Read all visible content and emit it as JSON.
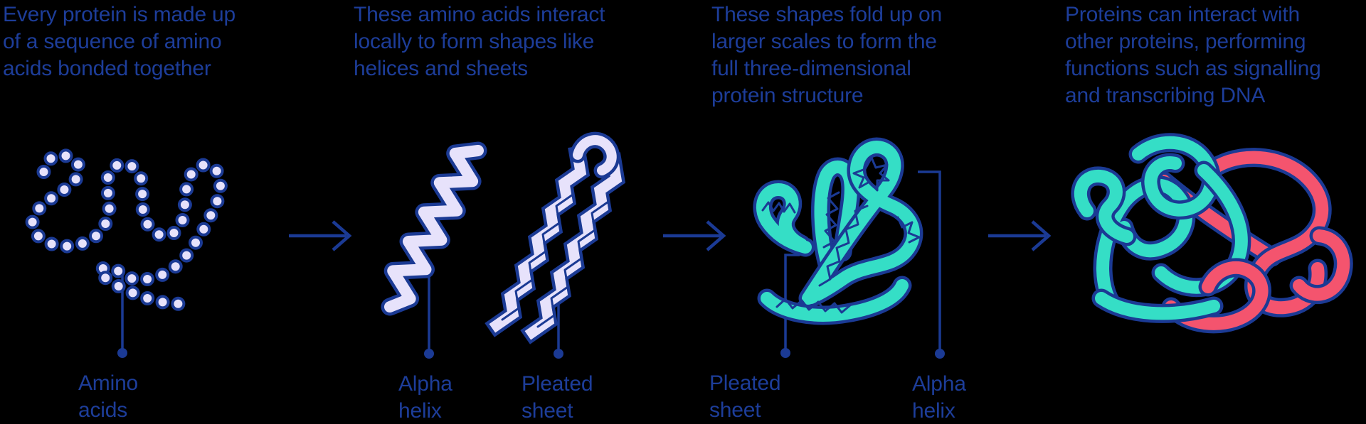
{
  "colors": {
    "bg": "#000000",
    "navy": "#1b3a94",
    "text": "#1d3d99",
    "lavender": "#e7e2fb",
    "teal": "#35dec6",
    "red": "#f4546e"
  },
  "stages": [
    {
      "caption": "Every protein is made up\nof a sequence of amino\nacids bonded together",
      "labels": [
        "Amino\nacids"
      ]
    },
    {
      "caption": "These amino acids interact\nlocally to form shapes like\nhelices and sheets",
      "labels": [
        "Alpha\nhelix",
        "Pleated\nsheet"
      ]
    },
    {
      "caption": "These shapes fold up on\nlarger scales to form the\nfull three-dimensional\nprotein structure",
      "labels": [
        "Pleated\nsheet",
        "Alpha\nhelix"
      ]
    },
    {
      "caption": "Proteins can interact with\nother proteins, performing\nfunctions such as signalling\nand transcribing DNA",
      "labels": []
    }
  ]
}
